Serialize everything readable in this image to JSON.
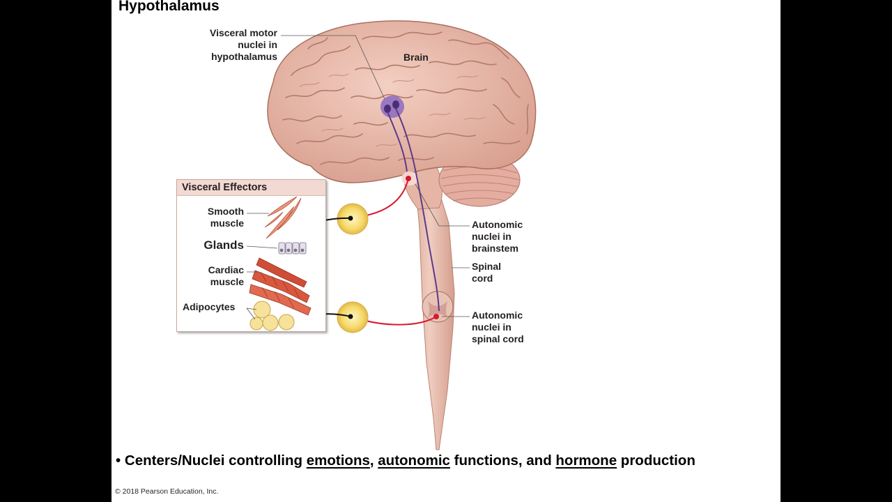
{
  "slide": {
    "title": "Hypothalamus",
    "copyright": "© 2018 Pearson Education, Inc."
  },
  "labels": {
    "visceral_motor": [
      "Visceral motor",
      "nuclei in",
      "hypothalamus"
    ],
    "brain": "Brain",
    "autonomic_brainstem": [
      "Autonomic",
      "nuclei in",
      "brainstem"
    ],
    "spinal_cord": [
      "Spinal",
      "cord"
    ],
    "autonomic_spinal": [
      "Autonomic",
      "nuclei in",
      "spinal cord"
    ]
  },
  "effectors": {
    "heading": "Visceral Effectors",
    "smooth_muscle": [
      "Smooth",
      "muscle"
    ],
    "glands": "Glands",
    "cardiac_muscle": [
      "Cardiac",
      "muscle"
    ],
    "adipocytes": "Adipocytes"
  },
  "bullet": {
    "marker": "•",
    "text_1": "Centers/Nuclei controlling ",
    "u1": "emotions",
    "text_2": ", ",
    "u2": "autonomic",
    "text_3": " functions, and ",
    "u3": "hormone",
    "text_4": " production"
  },
  "colors": {
    "brain": "#eab9aa",
    "brain_shade": "#c98f80",
    "preganglionic": "#5b3a8c",
    "postganglionic": "#d7192f",
    "ganglion": "#f3d36a"
  }
}
